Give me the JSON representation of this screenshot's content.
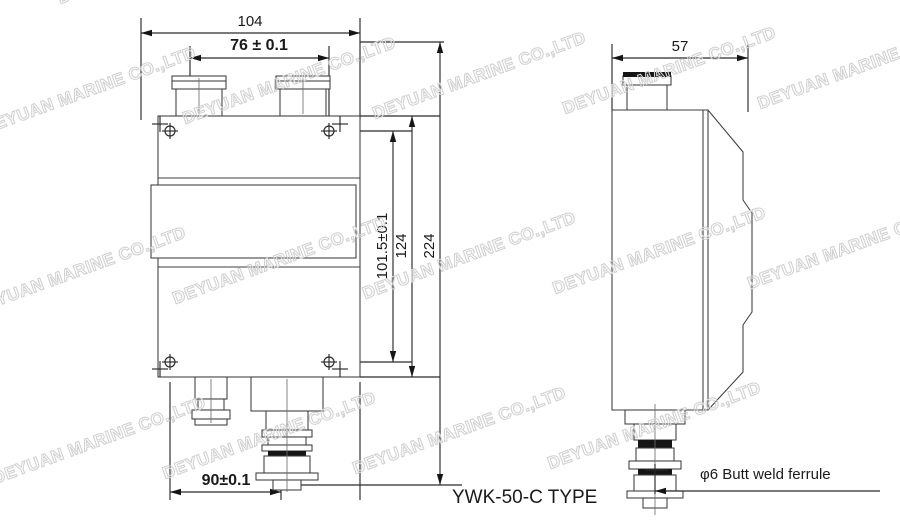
{
  "drawing": {
    "title": "YWK-50-C TYPE",
    "note": "φ6 Butt weld ferrule",
    "watermark_text": "DEYUAN MARINE CO.,LTD",
    "line_color": "#3c3c3c",
    "text_color": "#1a1a1a",
    "watermark_color": "#d2d2d2"
  },
  "front_view": {
    "name": "front-view",
    "dimensions": {
      "overall_width": "104",
      "mounting_width": "76 ± 0.1",
      "bottom_width": "90±0.1",
      "window_height": "101.5±0.1",
      "mounting_height": "124",
      "overall_height": "224"
    }
  },
  "side_view": {
    "name": "side-view",
    "dimensions": {
      "depth": "57"
    }
  }
}
